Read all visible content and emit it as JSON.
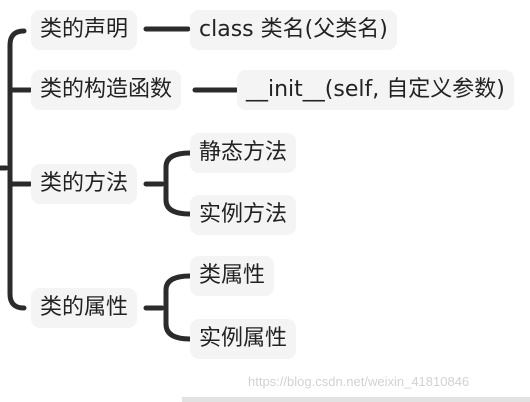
{
  "mindmap": {
    "branches": [
      {
        "label": "类的声明",
        "children": [
          "class 类名(父类名)"
        ]
      },
      {
        "label": "类的构造函数",
        "children": [
          "__init__(self, 自定义参数)"
        ]
      },
      {
        "label": "类的方法",
        "children": [
          "静态方法",
          "实例方法"
        ]
      },
      {
        "label": "类的属性",
        "children": [
          "类属性",
          "实例属性"
        ]
      }
    ]
  },
  "watermark": "https://blog.csdn.net/weixin_41810846",
  "colors": {
    "connector": "#2b2b2b",
    "node_background": "#f4f4f5",
    "text": "#222222",
    "watermark": "#d2d2d2"
  }
}
